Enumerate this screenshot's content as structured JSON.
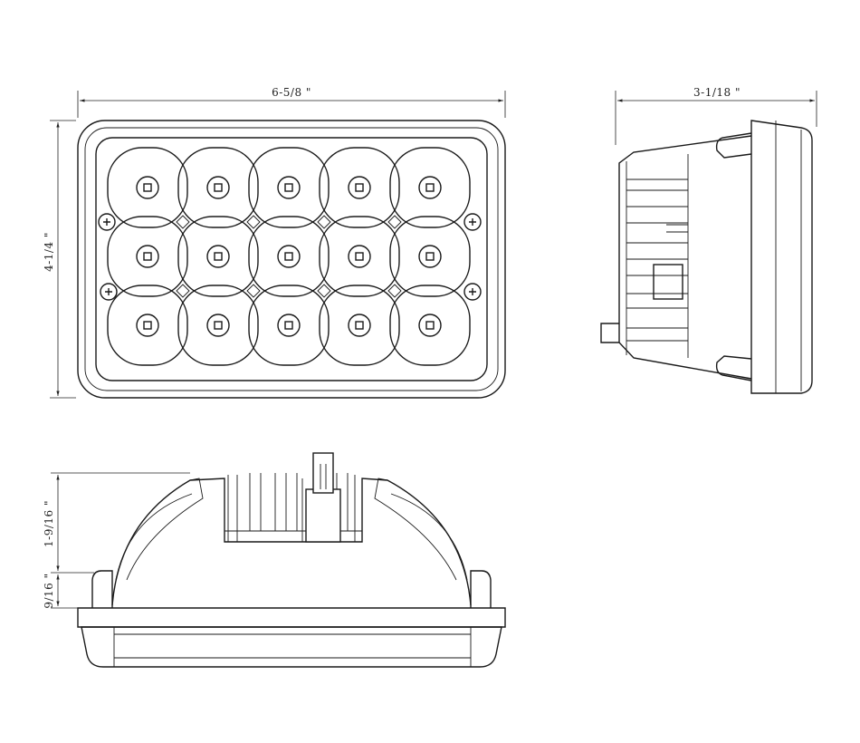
{
  "dimensions": {
    "front_width": "6-5/8 \"",
    "front_height": "4-1/4 \"",
    "side_depth": "3-1/18 \"",
    "bottom_height_upper": "1-9/16 \"",
    "bottom_height_lower": "9/16 \""
  },
  "views": [
    "front-view",
    "side-view",
    "bottom-view"
  ],
  "led_grid": {
    "rows": 3,
    "cols": 5
  }
}
